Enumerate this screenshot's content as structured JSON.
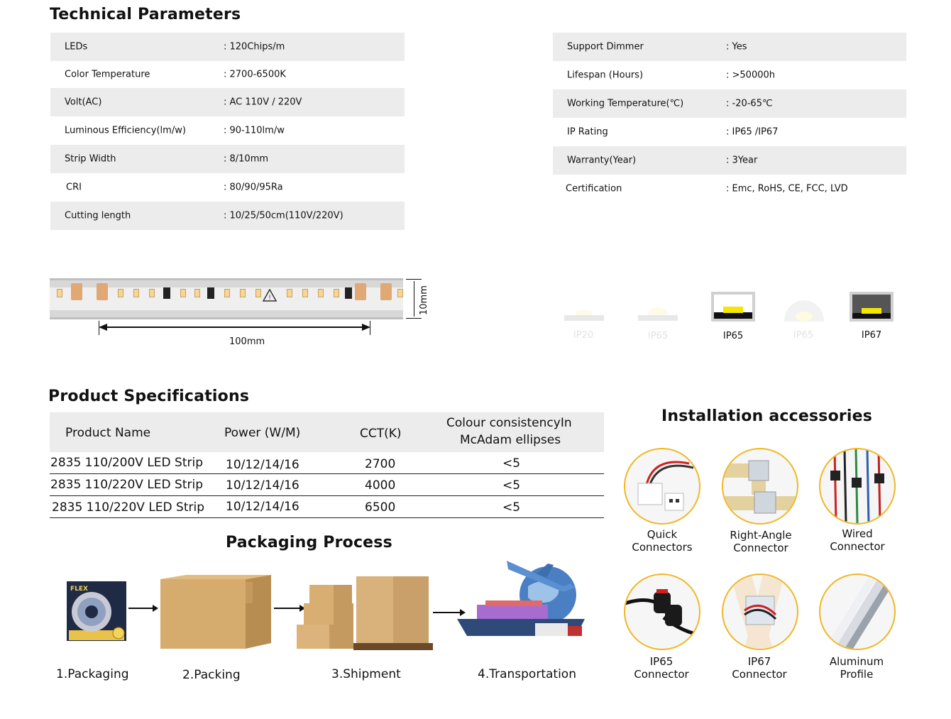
{
  "technical": {
    "title": "Technical Parameters",
    "left": [
      {
        "label": "LEDs",
        "value": ": 120Chips/m"
      },
      {
        "label": "Color Temperature",
        "value": ": 2700-6500K"
      },
      {
        "label": "Volt(AC)",
        "value": ": AC 110V / 220V"
      },
      {
        "label": "Luminous Efficiency(lm/w)",
        "value": ": 90-110lm/w"
      },
      {
        "label": "Strip Width",
        "value": ": 8/10mm"
      },
      {
        "label": "CRI",
        "value": ": 80/90/95Ra"
      },
      {
        "label": "Cutting length",
        "value": ": 10/25/50cm(110V/220V)"
      }
    ],
    "right": [
      {
        "label": "Support Dimmer",
        "value": ": Yes"
      },
      {
        "label": "Lifespan (Hours)",
        "value": ": >50000h"
      },
      {
        "label": "Working Temperature(℃)",
        "value": ": -20-65℃"
      },
      {
        "label": "IP Rating",
        "value": ": IP65 /IP67"
      },
      {
        "label": "Warranty(Year)",
        "value": ": 3Year"
      },
      {
        "label": "Certification",
        "value": ": Emc, RoHS, CE, FCC, LVD"
      }
    ]
  },
  "strip": {
    "length_label": "100mm",
    "width_label": "10mm"
  },
  "ip_types": [
    {
      "label": "IP20",
      "faded": true
    },
    {
      "label": "IP65",
      "faded": true
    },
    {
      "label": "IP65",
      "faded": false
    },
    {
      "label": "IP65",
      "faded": true
    },
    {
      "label": "IP67",
      "faded": false
    }
  ],
  "specs": {
    "title": "Product Specifications",
    "headers": {
      "name": "Product Name",
      "power": "Power (W/M)",
      "cct": "CCT(K)",
      "consistency_1": "Colour consistencyIn",
      "consistency_2": "McAdam ellipses"
    },
    "rows": [
      {
        "name": "2835 110/200V LED Strip",
        "power": "10/12/14/16",
        "cct": "2700",
        "consistency": "<5"
      },
      {
        "name": "2835 110/220V LED Strip",
        "power": "10/12/14/16",
        "cct": "4000",
        "consistency": "<5"
      },
      {
        "name": "2835 110/220V LED Strip",
        "power": "10/12/14/16",
        "cct": "6500",
        "consistency": "<5"
      }
    ]
  },
  "packaging": {
    "title": "Packaging Process",
    "steps": [
      "1.Packaging",
      "2.Packing",
      "3.Shipment",
      "4.Transportation"
    ],
    "reel_text": "FLEX"
  },
  "accessories": {
    "title": "Installation accessories",
    "items": [
      {
        "line1": "Quick",
        "line2": "Connectors"
      },
      {
        "line1": "Right-Angle",
        "line2": "Connector"
      },
      {
        "line1": "Wired",
        "line2": "Connector"
      },
      {
        "line1": "IP65",
        "line2": "Connector"
      },
      {
        "line1": "IP67",
        "line2": "Connector"
      },
      {
        "line1": "Aluminum",
        "line2": "Profile"
      }
    ]
  },
  "colors": {
    "shade": "#ececec",
    "accent_ring": "#f0b828",
    "box": "#d6ab6e",
    "led_yellow": "#f5e600"
  }
}
